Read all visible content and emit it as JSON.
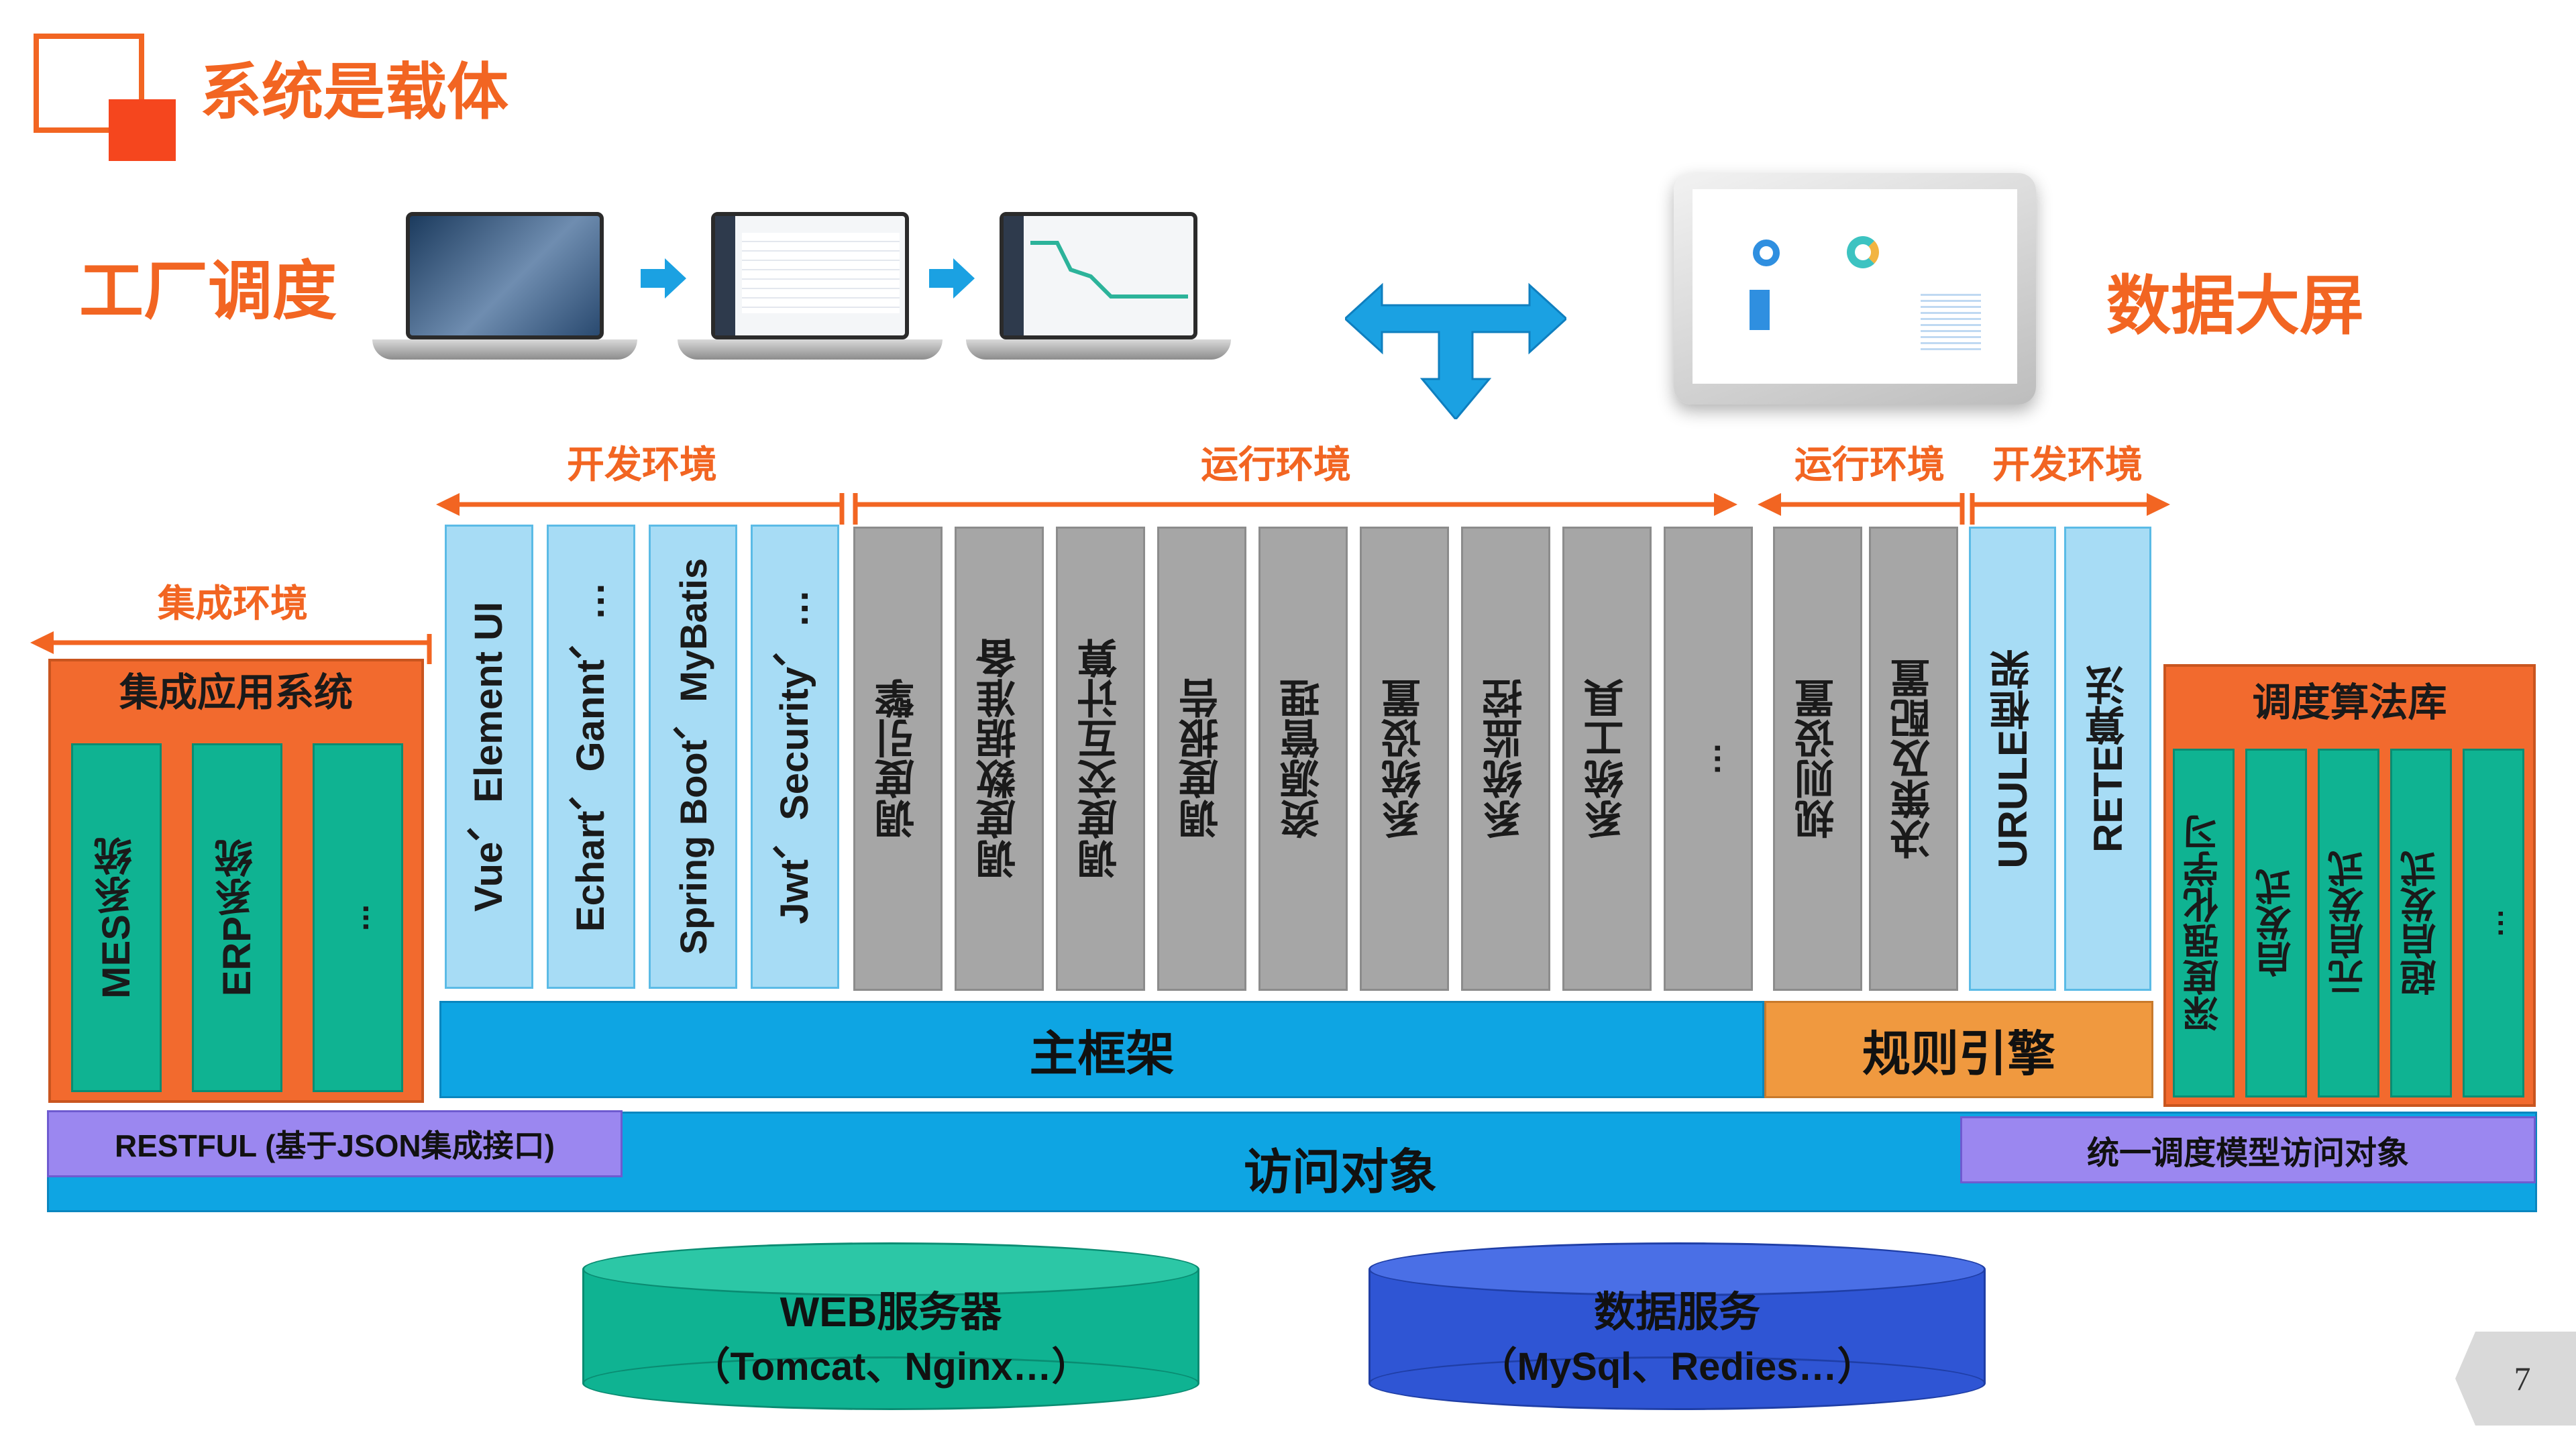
{
  "slide": {
    "title": "系统是载体",
    "page_number": "7"
  },
  "top": {
    "left_label": "工厂调度",
    "right_label": "数据大屏"
  },
  "env_labels": {
    "dev_left": "开发环境",
    "run_left": "运行环境",
    "run_right": "运行环境",
    "dev_right": "开发环境",
    "integration": "集成环境"
  },
  "integration_panel": {
    "title": "集成应用系统",
    "items": [
      "MES系统",
      "ERP系统",
      "..."
    ]
  },
  "tech_columns": [
    "Vue、Element UI",
    "Echart、Gannt、…",
    "Spring Boot、MyBatis",
    "Jwt、Security、…"
  ],
  "module_columns": [
    "调度引擎",
    "调度数据准备",
    "调度交互计算",
    "调度报告",
    "资源管理",
    "系统设置",
    "系统监控",
    "系统工具",
    "…"
  ],
  "rule_columns": [
    "规则设置",
    "决策及配置"
  ],
  "engine_columns": [
    "URULE框架",
    "RETE算法"
  ],
  "bars": {
    "main_framework": "主框架",
    "rule_engine": "规则引擎",
    "access_object": "访问对象",
    "restful": "RESTFUL (基于JSON集成接口)",
    "unified": "统一调度模型访问对象"
  },
  "algorithm_panel": {
    "title": "调度算法库",
    "items": [
      "深度强化学习",
      "启发式",
      "元启发式",
      "超启发式",
      "…"
    ]
  },
  "cylinders": {
    "web_title": "WEB服务器",
    "web_sub": "（Tomcat、Nginx…）",
    "data_title": "数据服务",
    "data_sub": "（MySql、Redies…）"
  },
  "colors": {
    "accent_orange": "#f26522",
    "main_blue": "#0ea5e3",
    "light_blue": "#a7dcf5",
    "gray": "#a6a6a6",
    "green": "#0fb392",
    "purple": "#9b87f0",
    "rule_orange": "#f0993f",
    "db_blue": "#2f55d4"
  }
}
